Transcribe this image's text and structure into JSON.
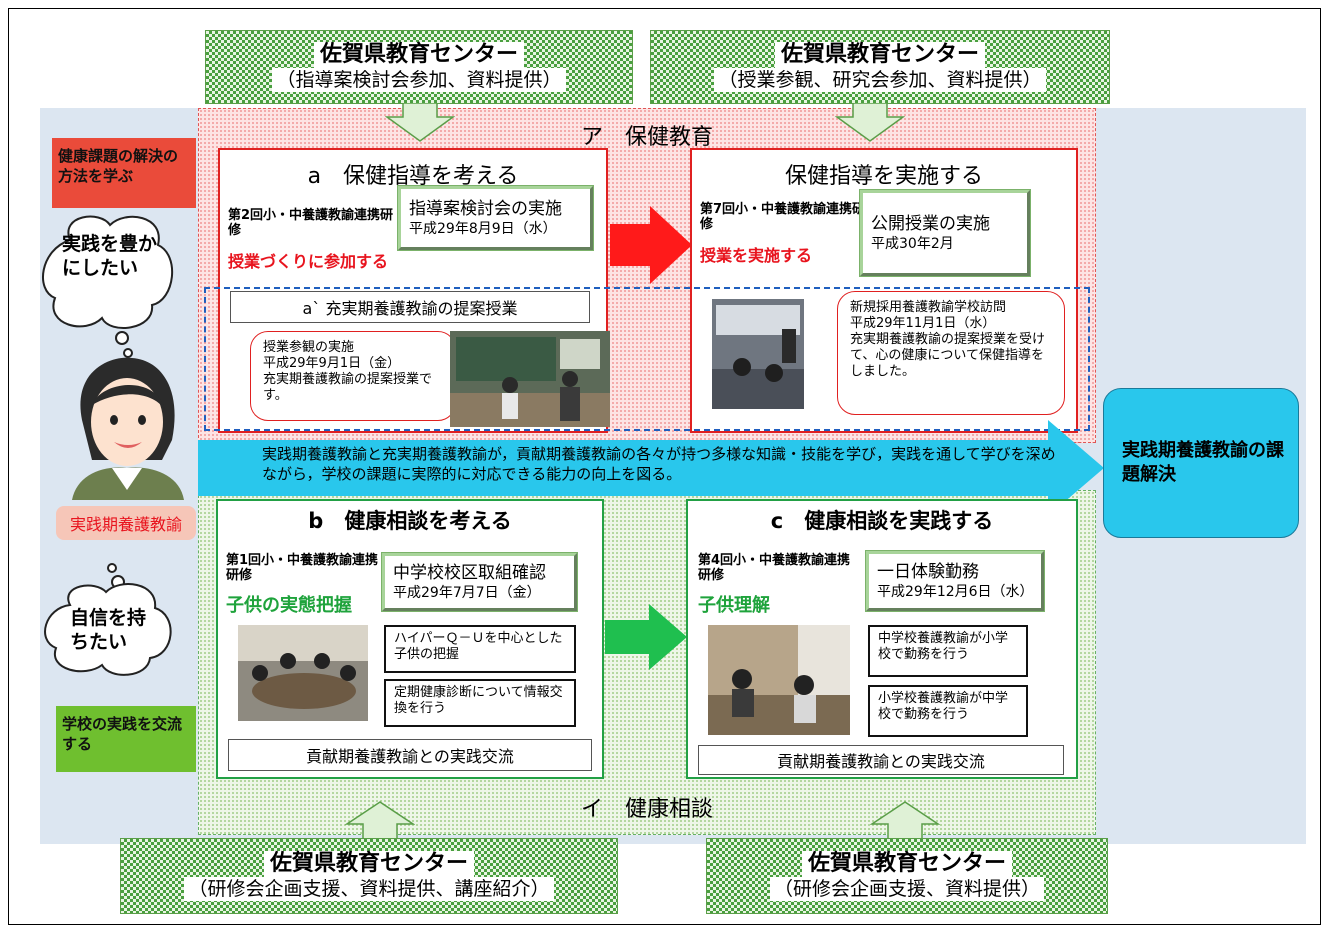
{
  "centers": {
    "top_left": {
      "title": "佐賀県教育センター",
      "subtitle": "（指導案検討会参加、資料提供）"
    },
    "top_right": {
      "title": "佐賀県教育センター",
      "subtitle": "（授業参観、研究会参加、資料提供）"
    },
    "bottom_left": {
      "title": "佐賀県教育センター",
      "subtitle": "（研修会企画支援、資料提供、講座紹介）"
    },
    "bottom_right": {
      "title": "佐賀県教育センター",
      "subtitle": "（研修会企画支援、資料提供）"
    }
  },
  "zones": {
    "health_education": "ア　保健教育",
    "health_counseling": "イ　健康相談"
  },
  "left": {
    "label_top": "健康課題の解決の方法を学ぶ",
    "cloud_top": "実践を豊かにしたい",
    "role": "実践期養護教諭",
    "cloud_bottom": "自信を持ちたい",
    "label_bottom": "学校の実践を交流する"
  },
  "box_a": {
    "title": "a　保健指導を考える",
    "session": "第2回小・中養護教諭連携研修",
    "action": "授業づくりに参加する",
    "event_title": "指導案検討会の実施",
    "event_date": "平成29年8月9日（水）"
  },
  "box_a_prime": {
    "title": "a` 充実期養護教諭の提案授業",
    "callout": "授業参観の実施\n平成29年9月1日（金）\n充実期養護教諭の提案授業です。"
  },
  "box_implement": {
    "title": "保健指導を実施する",
    "session": "第7回小・中養護教諭連携研修",
    "action": "授業を実施する",
    "event_title": "公開授業の実施",
    "event_date": "平成30年2月",
    "callout": "新規採用養護教諭学校訪問\n平成29年11月1日（水）\n充実期養護教諭の提案授業を受けて、心の健康について保健指導をしました。"
  },
  "main_arrow_text": "実践期養護教諭と充実期養護教諭が，貢献期養護教諭の各々が持つ多様な知識・技能を学び，実践を通して学びを深めながら，学校の課題に実際的に対応できる能力の向上を図る。",
  "goal": "実践期養護教諭の課題解決",
  "box_b": {
    "title": "b　健康相談を考える",
    "session": "第1回小・中養護教諭連携研修",
    "action": "子供の実態把握",
    "event_title": "中学校校区取組確認",
    "event_date": "平成29年7月7日（金）",
    "item1": "ハイパーＱ－Ｕを中心とした子供の把握",
    "item2": "定期健康診断について情報交換を行う",
    "footer": "貢献期養護教諭との実践交流"
  },
  "box_c": {
    "title": "c　健康相談を実践する",
    "session": "第4回小・中養護教諭連携研修",
    "action": "子供理解",
    "event_title": "一日体験勤務",
    "event_date": "平成29年12月6日（水）",
    "item1": "中学校養護教諭が小学校で勤務を行う",
    "item2": "小学校養護教諭が中学校で勤務を行う",
    "footer": "貢献期養護教諭との実践交流"
  },
  "colors": {
    "red": "#e02020",
    "green": "#22a045",
    "cyan": "#29c7ec"
  }
}
